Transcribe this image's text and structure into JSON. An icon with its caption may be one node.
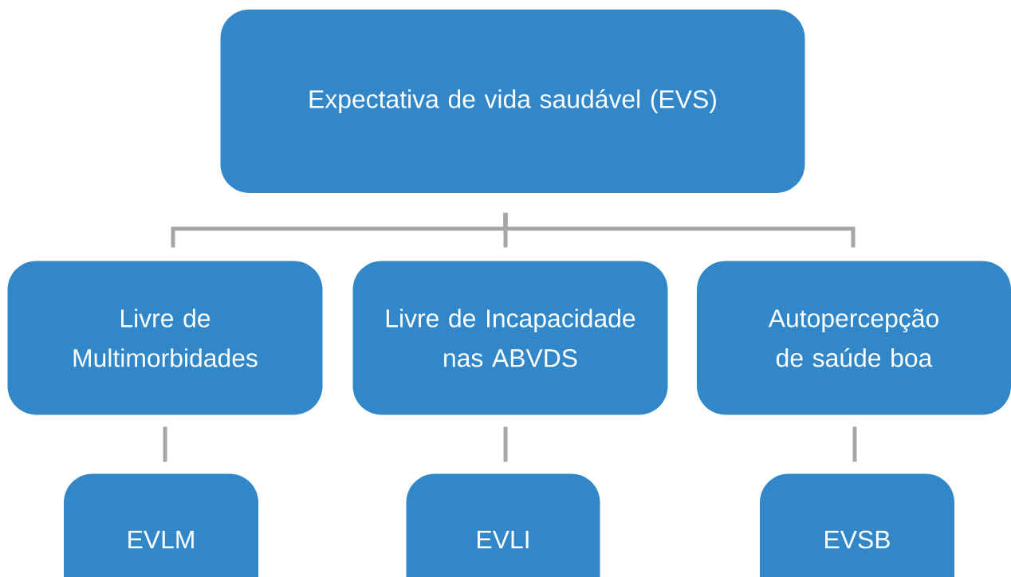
{
  "diagram": {
    "nodes": [
      {
        "text": [
          "Expectativa de vida saudável (EVS)"
        ]
      },
      {
        "text": [
          "Livre de Multimorbidades"
        ]
      },
      {
        "text": [
          "Livre de Incapacidade nas ABVDS"
        ]
      },
      {
        "text": [
          "Autopercepção de saúde boa"
        ]
      },
      {
        "text": [
          "EVLM"
        ]
      },
      {
        "text": [
          "EVLI"
        ]
      },
      {
        "text": [
          "EVSB"
        ]
      }
    ],
    "edges": [
      {
        "from": 0,
        "to": 1,
        "arrow": "none"
      },
      {
        "from": 0,
        "to": 2,
        "arrow": "none"
      },
      {
        "from": 0,
        "to": 3,
        "arrow": "none"
      },
      {
        "from": 1,
        "to": 4,
        "arrow": "none"
      },
      {
        "from": 2,
        "to": 5,
        "arrow": "none"
      },
      {
        "from": 3,
        "to": 6,
        "arrow": "none"
      }
    ]
  }
}
